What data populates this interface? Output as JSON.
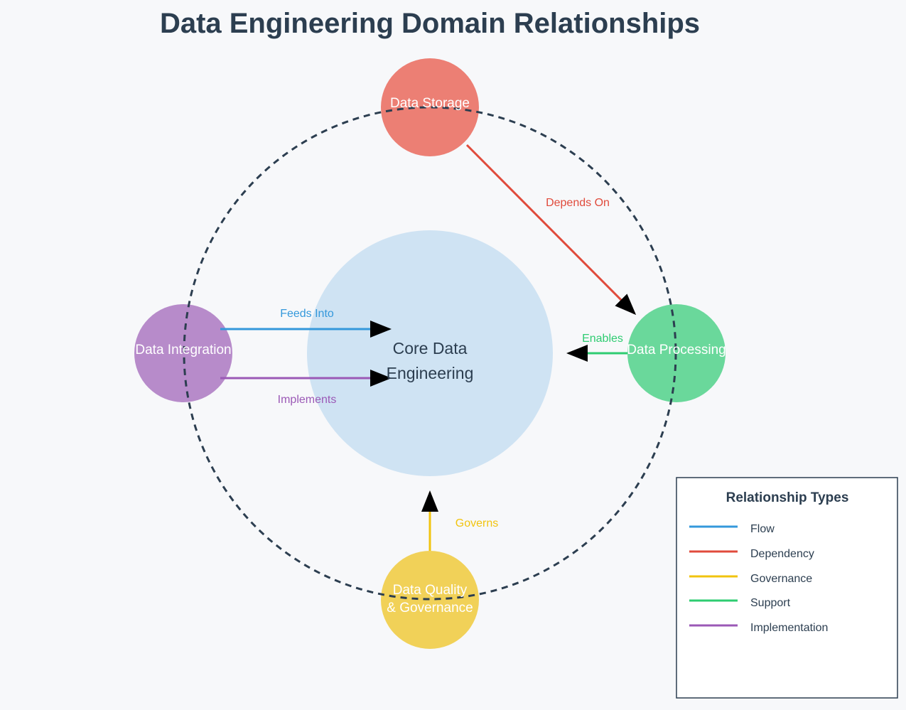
{
  "title": "Data Engineering Domain Relationships",
  "center_node": {
    "label_line1": "Core Data",
    "label_line2": "Engineering",
    "color": "#cfe3f3"
  },
  "nodes": {
    "storage": {
      "label": "Data Storage",
      "color": "#ec7f74"
    },
    "processing": {
      "label": "Data Processing",
      "color": "#6ad89b"
    },
    "integration": {
      "label": "Data Integration",
      "color": "#b78bca"
    },
    "quality": {
      "label_line1": "Data Quality",
      "label_line2": "& Governance",
      "color": "#f1d158"
    }
  },
  "edges": {
    "depends_on": {
      "label": "Depends On",
      "color": "#e04b3c"
    },
    "enables": {
      "label": "Enables",
      "color": "#2ecc71"
    },
    "feeds_into": {
      "label": "Feeds Into",
      "color": "#3498db"
    },
    "implements": {
      "label": "Implements",
      "color": "#9b59b6"
    },
    "governs": {
      "label": "Governs",
      "color": "#f1c40f"
    }
  },
  "legend": {
    "title": "Relationship Types",
    "items": [
      {
        "label": "Flow",
        "color": "#3498db"
      },
      {
        "label": "Dependency",
        "color": "#e04b3c"
      },
      {
        "label": "Governance",
        "color": "#f1c40f"
      },
      {
        "label": "Support",
        "color": "#2ecc71"
      },
      {
        "label": "Implementation",
        "color": "#9b59b6"
      }
    ]
  },
  "ring_color": "#2c3e50",
  "text_color": "#2c3e50"
}
